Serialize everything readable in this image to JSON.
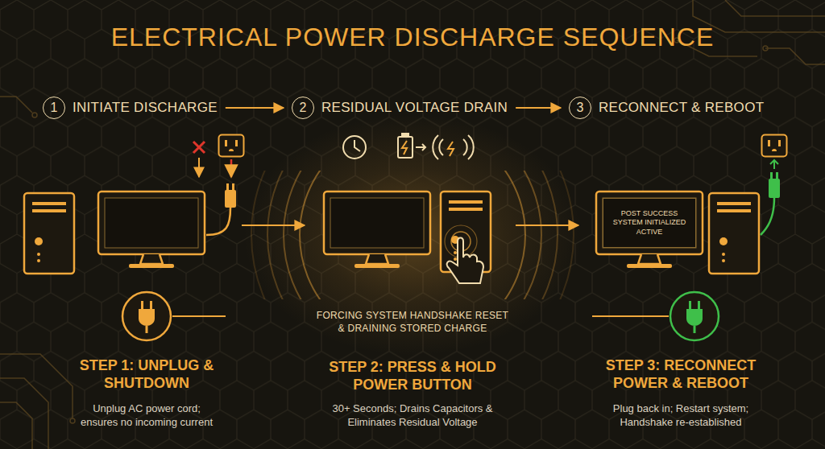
{
  "diagram": {
    "title": "ELECTRICAL POWER DISCHARGE SEQUENCE",
    "nodes": [
      {
        "text": [
          "1",
          "INITIATE DISCHARGE"
        ]
      },
      {
        "text": [
          "2",
          "RESIDUAL VOLTAGE DRAIN"
        ]
      },
      {
        "text": [
          "3",
          "RECONNECT & REBOOT"
        ]
      },
      {
        "text": [
          "POST SUCCESS SYSTEM INITIALIZED ACTIVE"
        ]
      }
    ],
    "edges": [
      {
        "from": 0,
        "to": 1,
        "arrow": "to"
      },
      {
        "from": 1,
        "to": 2,
        "arrow": "to"
      }
    ],
    "labels": [
      "FORCING SYSTEM HANDSHAKE RESET & DRAINING STORED CHARGE",
      "STEP 1: UNPLUG & SHUTDOWN",
      "Unplug AC power cord; ensures no incoming current",
      "STEP 2: PRESS & HOLD POWER BUTTON",
      "30+ Seconds; Drains Capacitors & Eliminates Residual Voltage",
      "STEP 3: RECONNECT POWER & REBOOT",
      "Plug back in; Restart system; Handshake re-established"
    ]
  }
}
